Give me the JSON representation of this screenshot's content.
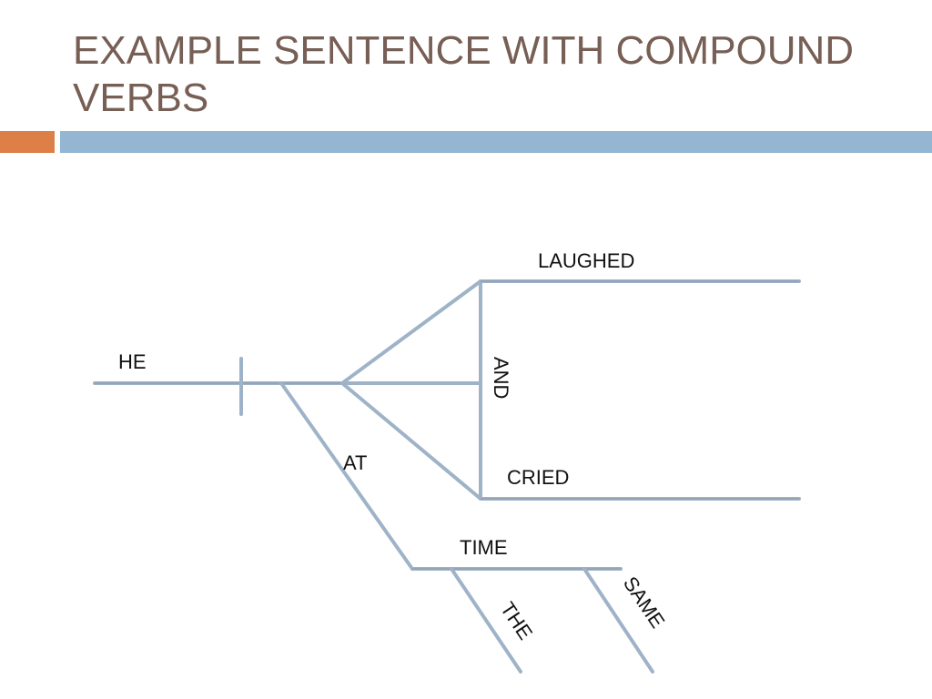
{
  "slide": {
    "title": "EXAMPLE SENTENCE WITH COMPOUND VERBS"
  },
  "diagram": {
    "words": {
      "subject": "HE",
      "verb_top": "LAUGHED",
      "verb_bottom": "CRIED",
      "conjunction": "AND",
      "preposition": "AT",
      "object": "TIME",
      "modifier_1": "THE",
      "modifier_2": "SAME"
    }
  },
  "colors": {
    "title": "#775f55",
    "accent_orange": "#dd8047",
    "accent_blue": "#94b6d2",
    "line": "#9fb3c8"
  }
}
